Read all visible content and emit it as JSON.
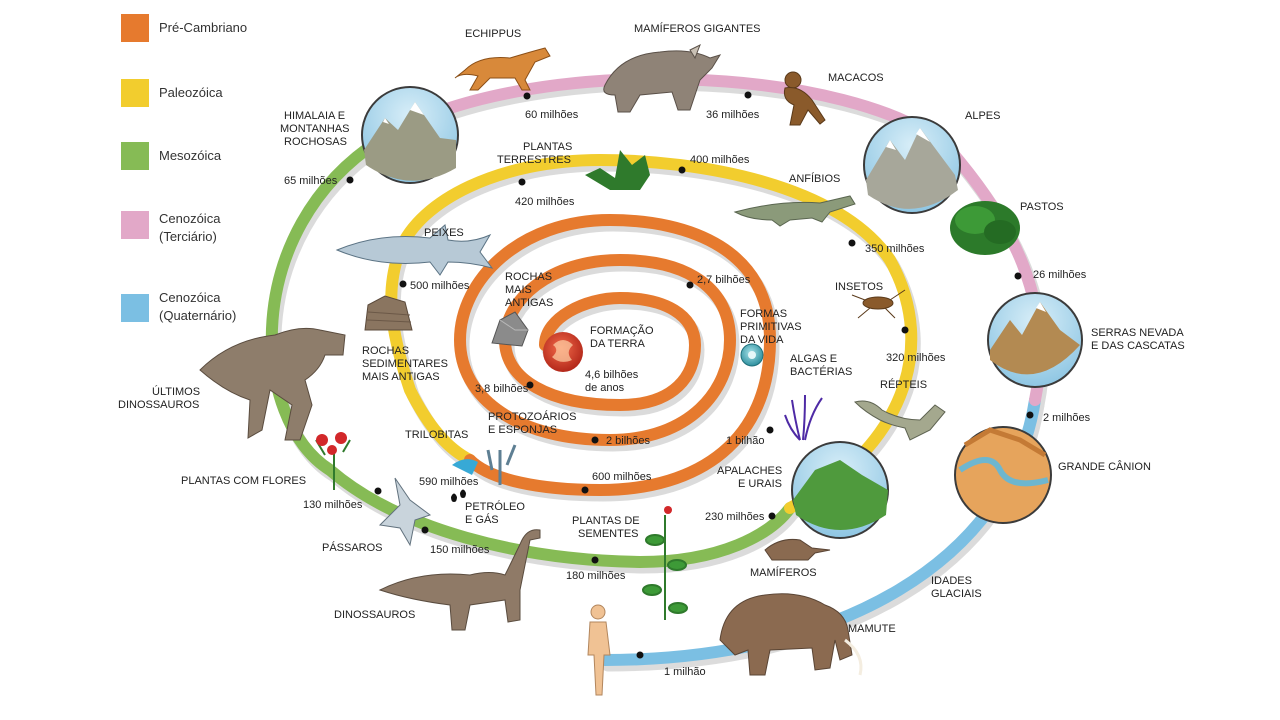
{
  "legend": [
    {
      "label": "Pré-Cambriano",
      "color": "#e67a2e"
    },
    {
      "label": "Paleozóica",
      "color": "#f2cd2e"
    },
    {
      "label": "Mesozóica",
      "color": "#86bb55"
    },
    {
      "label": "Cenozóica",
      "label2": "(Terciário)",
      "color": "#e2a8c8"
    },
    {
      "label": "Cenozóica",
      "label2": "(Quaternário)",
      "color": "#7bbfe3"
    }
  ],
  "labels": {
    "formacao": [
      "FORMAÇÃO",
      "DA TERRA"
    ],
    "formacao_age": [
      "4,6 bilhões",
      "de anos"
    ],
    "rochas_antigas": [
      "ROCHAS",
      "MAIS",
      "ANTIGAS"
    ],
    "age_38": "3,8 bilhões",
    "age_27": "2,7 bilhões",
    "formas": [
      "FORMAS",
      "PRIMITIVAS",
      "DA VIDA"
    ],
    "age_2b": "2 bilhões",
    "algas": [
      "ALGAS E",
      "BACTÉRIAS"
    ],
    "age_1b": "1 bilhão",
    "age_600": "600 milhões",
    "protozoarios": [
      "PROTOZOÁRIOS",
      "E ESPONJAS"
    ],
    "trilobitas": "TRILOBITAS",
    "age_590": "590 milhões",
    "petroleo": [
      "PETRÓLEO",
      "E GÁS"
    ],
    "age_500": "500 milhões",
    "peixes": "PEIXES",
    "rochas_sed": [
      "ROCHAS",
      "SEDIMENTARES",
      "MAIS ANTIGAS"
    ],
    "plantas_terrestres": [
      "PLANTAS",
      "TERRESTRES"
    ],
    "age_420": "420 milhões",
    "age_400": "400 milhões",
    "anfibios": "ANFÍBIOS",
    "age_350": "350 milhões",
    "insetos": "INSETOS",
    "age_320": "320 milhões",
    "repteis": "RÉPTEIS",
    "apalaches": [
      "APALACHES",
      "E URAIS"
    ],
    "age_230": "230 milhões",
    "mamiferos": "MAMÍFEROS",
    "plantas_sementes": [
      "PLANTAS DE",
      "SEMENTES"
    ],
    "age_180": "180 milhões",
    "age_150": "150 milhões",
    "age_130": "130 milhões",
    "passaros": "PÁSSAROS",
    "dinossauros": "DINOSSAUROS",
    "plantas_flores": "PLANTAS COM FLORES",
    "ultimos_dino": [
      "ÚLTIMOS",
      "DINOSSAUROS"
    ],
    "age_65": "65 milhões",
    "himalaia": [
      "HIMALAIA E",
      "MONTANHAS",
      "ROCHOSAS"
    ],
    "echippus": "ECHIPPUS",
    "age_60": "60 milhões",
    "mamiferos_gigantes": "MAMÍFEROS GIGANTES",
    "age_36": "36 milhões",
    "macacos": "MACACOS",
    "alpes": "ALPES",
    "pastos": "PASTOS",
    "age_26": "26 milhões",
    "serras": [
      "SERRAS NEVADA",
      "E DAS CASCATAS"
    ],
    "age_2m": "2 milhões",
    "grande_canion": "GRANDE CÂNION",
    "idades_glaciais": [
      "IDADES",
      "GLACIAIS"
    ],
    "mamute": "MAMUTE",
    "age_1m": "1 milhão"
  }
}
